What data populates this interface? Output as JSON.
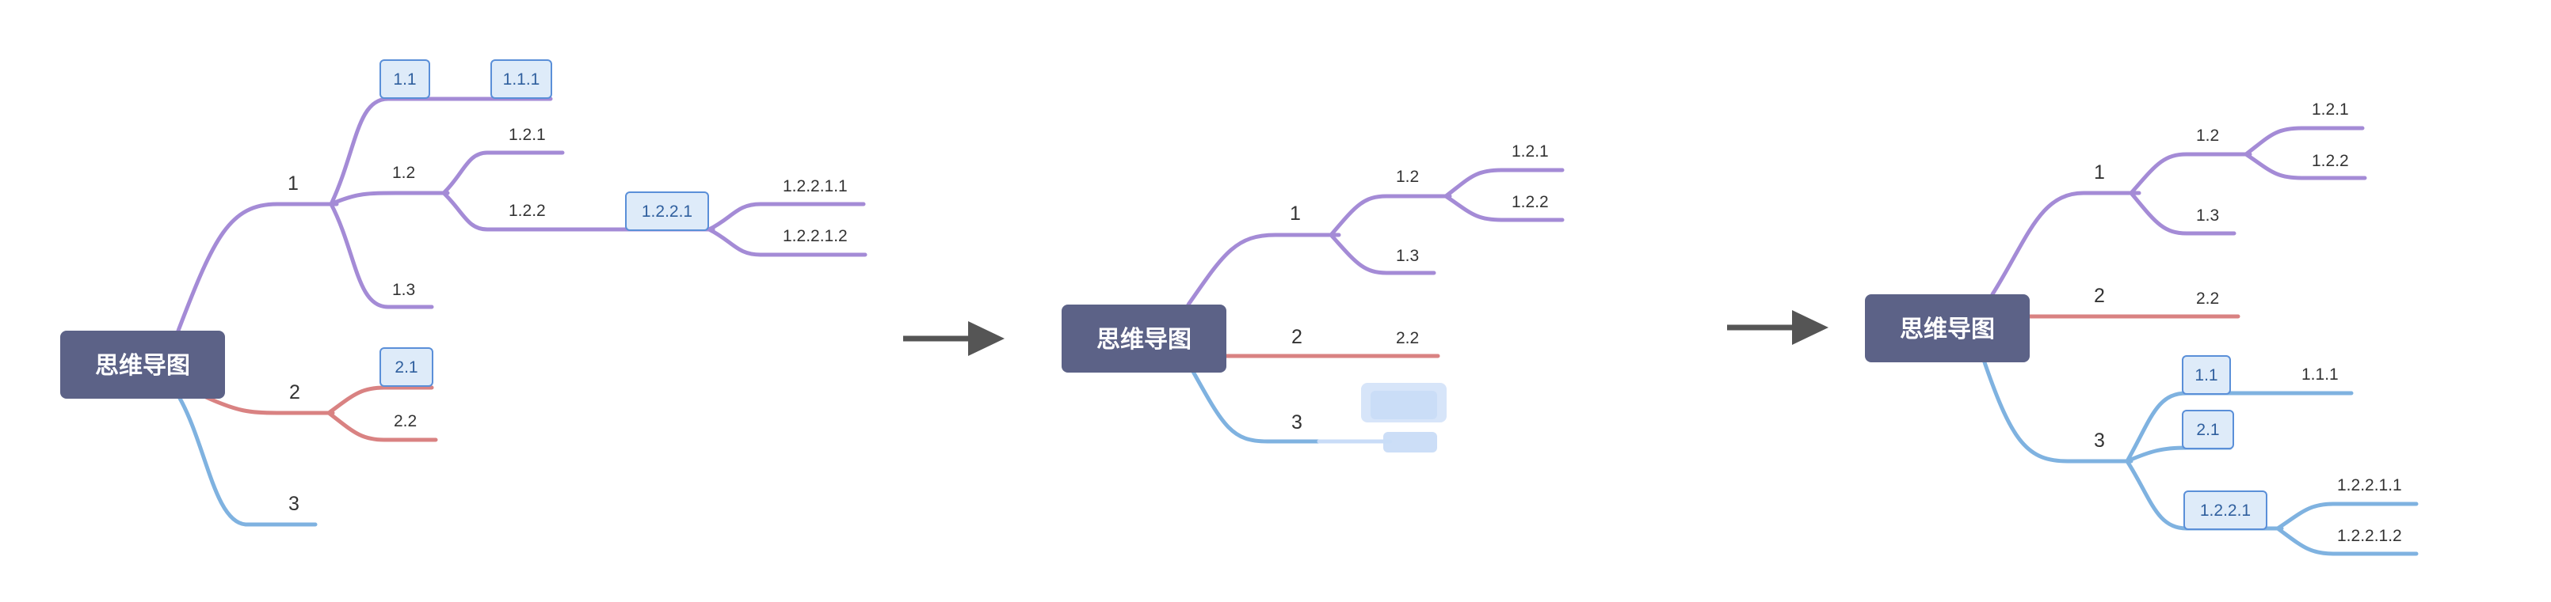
{
  "colors": {
    "purple": "#a48bd6",
    "red": "#d98282",
    "blue": "#7fb2e0",
    "root_fill": "#5c6287",
    "selected_fill": "#deebf9",
    "selected_border": "#5a8fd8",
    "arrow": "#555555",
    "drop_hint": "#c9dcf7"
  },
  "maps": [
    {
      "root": "思维导图",
      "branch_1": "1",
      "n1_1": "1.1",
      "n1_1_1": "1.1.1",
      "n1_2": "1.2",
      "n1_2_1": "1.2.1",
      "n1_2_2": "1.2.2",
      "n1_2_2_1": "1.2.2.1",
      "n1_2_2_1_1": "1.2.2.1.1",
      "n1_2_2_1_2": "1.2.2.1.2",
      "n1_3": "1.3",
      "branch_2": "2",
      "n2_1": "2.1",
      "n2_2": "2.2",
      "branch_3": "3"
    },
    {
      "root": "思维导图",
      "branch_1": "1",
      "n1_2": "1.2",
      "n1_2_1": "1.2.1",
      "n1_2_2": "1.2.2",
      "n1_3": "1.3",
      "branch_2": "2",
      "n2_2": "2.2",
      "branch_3": "3"
    },
    {
      "root": "思维导图",
      "branch_1": "1",
      "n1_2": "1.2",
      "n1_2_1": "1.2.1",
      "n1_2_2": "1.2.2",
      "n1_3": "1.3",
      "branch_2": "2",
      "n2_2": "2.2",
      "branch_3": "3",
      "n1_1": "1.1",
      "n1_1_1": "1.1.1",
      "n2_1": "2.1",
      "n1_2_2_1": "1.2.2.1",
      "n1_2_2_1_1": "1.2.2.1.1",
      "n1_2_2_1_2": "1.2.2.1.2"
    }
  ]
}
